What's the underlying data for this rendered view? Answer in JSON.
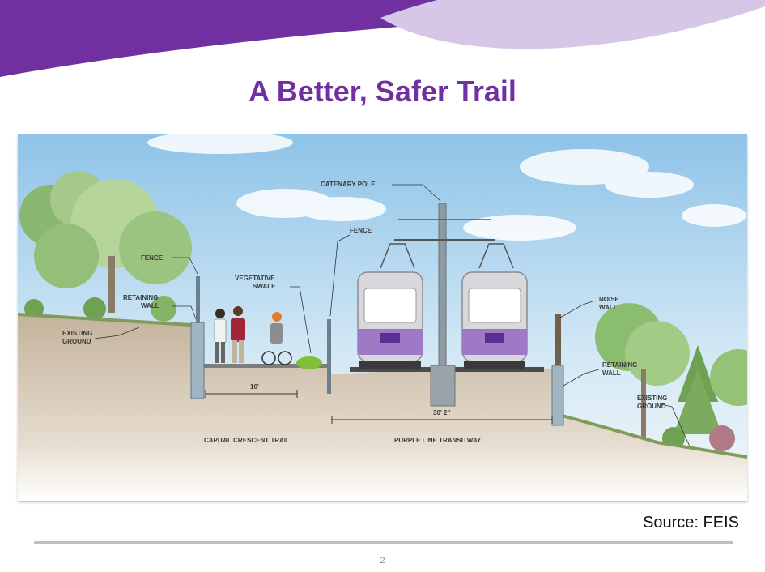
{
  "slide": {
    "title": "A Better, Safer Trail",
    "source": "Source: FEIS",
    "page_number": "2",
    "colors": {
      "accent": "#7030a0",
      "accent_light": "#d7c7e7"
    }
  },
  "diagram": {
    "labels": {
      "catenary_pole": "CATENARY POLE",
      "fence_left": "FENCE",
      "fence_mid": "FENCE",
      "retaining_wall_left_1": "RETAINING",
      "retaining_wall_left_2": "WALL",
      "existing_ground_left_1": "EXISTING",
      "existing_ground_left_2": "GROUND",
      "vegetative_swale_1": "VEGETATIVE",
      "vegetative_swale_2": "SWALE",
      "noise_wall_1": "NOISE",
      "noise_wall_2": "WALL",
      "retaining_wall_right_1": "RETAINING",
      "retaining_wall_right_2": "WALL",
      "existing_ground_right_1": "EXISTING",
      "existing_ground_right_2": "GROUND",
      "trail_width": "16'",
      "transitway_width": "30' 2\"",
      "capital_crescent_trail": "CAPITAL CRESCENT TRAIL",
      "purple_line_transitway": "PURPLE LINE TRANSITWAY"
    }
  }
}
